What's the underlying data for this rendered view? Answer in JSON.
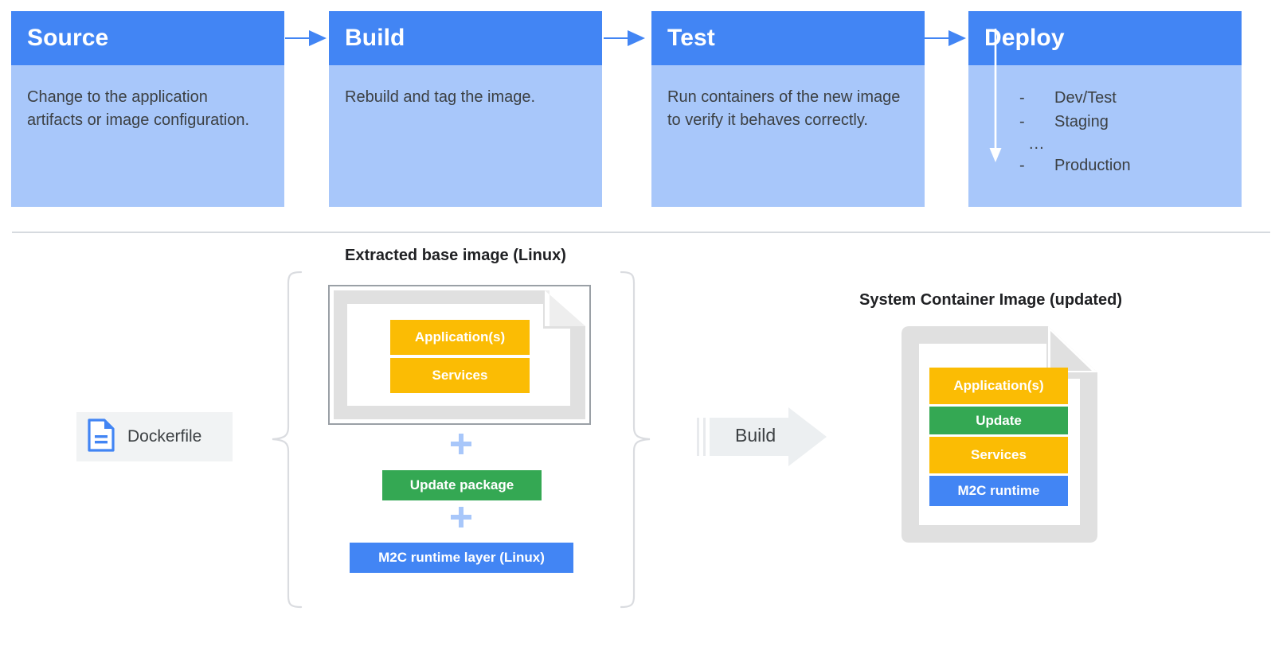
{
  "pipeline": {
    "stages": [
      {
        "title": "Source",
        "description": "Change to the application artifacts or image configuration."
      },
      {
        "title": "Build",
        "description": "Rebuild and tag the image."
      },
      {
        "title": "Test",
        "description": "Run containers of the new image to verify it behaves correctly."
      },
      {
        "title": "Deploy",
        "description": ""
      }
    ],
    "arrow_icons": [
      "arrow-right-icon",
      "arrow-right-icon",
      "arrow-right-icon"
    ],
    "deploy_environments": [
      {
        "bullet": "-",
        "label": "Dev/Test"
      },
      {
        "bullet": "-",
        "label": "Staging"
      },
      {
        "bullet": "",
        "label": "..."
      },
      {
        "bullet": "-",
        "label": "Production"
      }
    ],
    "deploy_flow_icon": "down-arrow-icon"
  },
  "diagram": {
    "base_caption": "Extracted base image (Linux)",
    "output_caption": "System Container Image (updated)",
    "dockerfile": {
      "label": "Dockerfile",
      "icon": "file-document-icon"
    },
    "build_arrow": {
      "label": "Build",
      "icon": "arrow-right-block-icon"
    },
    "brace_left_icon": "curly-brace-left-icon",
    "brace_right_icon": "curly-brace-right-icon",
    "base_doc_icon": "document-landscape-icon",
    "output_doc_icon": "document-portrait-icon",
    "base_layers": [
      {
        "label": "Application(s)",
        "color": "#fbbc04"
      },
      {
        "label": "Services",
        "color": "#fbbc04"
      }
    ],
    "addends": [
      {
        "icon": "plus-icon"
      },
      {
        "label": "Update package",
        "color": "#34a853"
      },
      {
        "icon": "plus-icon"
      },
      {
        "label": "M2C runtime layer (Linux)",
        "color": "#4285f4"
      }
    ],
    "plus_1_icon": "plus-icon",
    "plus_2_icon": "plus-icon",
    "update_package_label": "Update package",
    "m2c_layer_label": "M2C runtime layer (Linux)",
    "output_layers": [
      {
        "label": "Application(s)",
        "color": "#fbbc04",
        "height": 46
      },
      {
        "label": "Update",
        "color": "#34a853",
        "height": 35
      },
      {
        "label": "Services",
        "color": "#fbbc04",
        "height": 46
      },
      {
        "label": "M2C runtime",
        "color": "#4285f4",
        "height": 38
      }
    ]
  },
  "colors": {
    "header_blue": "#4285f4",
    "body_blue": "#a8c7fa",
    "yellow": "#fbbc04",
    "green": "#34a853",
    "blue": "#4285f4",
    "doc_gray": "#e0e0e0",
    "divider": "#d6dadf",
    "text": "#3c4043"
  }
}
